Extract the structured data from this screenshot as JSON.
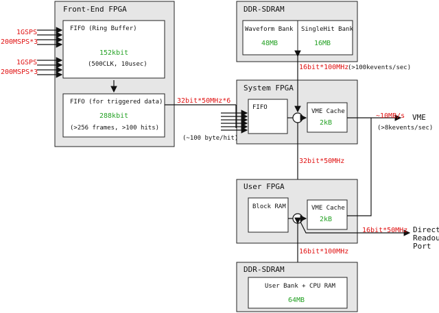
{
  "front_end_fpga": {
    "title": "Front-End FPGA",
    "inputs_top": [
      "1GSPS",
      "200MSPS*3"
    ],
    "inputs_bottom": [
      "1GSPS",
      "200MSPS*3"
    ],
    "fifo_ring": {
      "title": "FIFO (Ring Buffer)",
      "size": "152kbit",
      "detail": "(500CLK, 10usec)"
    },
    "fifo_trig": {
      "title": "FIFO (for triggered data)",
      "size": "288kbit",
      "detail": ">256 frames, >100 hits)"
    }
  },
  "ddr_top": {
    "title": "DDR-SDRAM",
    "bank1": {
      "title": "Waveform Bank",
      "size": "48MB"
    },
    "bank2": {
      "title": "SingleHit Bank",
      "size": "16MB"
    }
  },
  "system_fpga": {
    "title": "System FPGA",
    "fifo": "FIFO",
    "cache": {
      "title": "VME Cache",
      "size": "2kB"
    }
  },
  "user_fpga": {
    "title": "User FPGA",
    "block_ram": "Block RAM",
    "cache": {
      "title": "VME Cache",
      "size": "2kB"
    }
  },
  "ddr_bottom": {
    "title": "DDR-SDRAM",
    "bank": {
      "title": "User Bank + CPU RAM",
      "size": "64MB"
    }
  },
  "links": {
    "fe_to_sys": "32bit*50MHz*6",
    "per_hit": "(~100 byte/hit)",
    "ddr_to_sys": "16bit*100MHz",
    "ddr_rate": "(>100kevents/sec)",
    "vme_rate_red": "~10MB/s",
    "vme_rate": "(>8kevents/sec)",
    "vme_label": "VME",
    "sys_to_user": "32bit*50MHz",
    "direct_rate": "16bit*50MHz",
    "direct_label": [
      "Direct",
      "Readout",
      "Port"
    ],
    "user_to_ddr": "16bit*100MHz"
  }
}
